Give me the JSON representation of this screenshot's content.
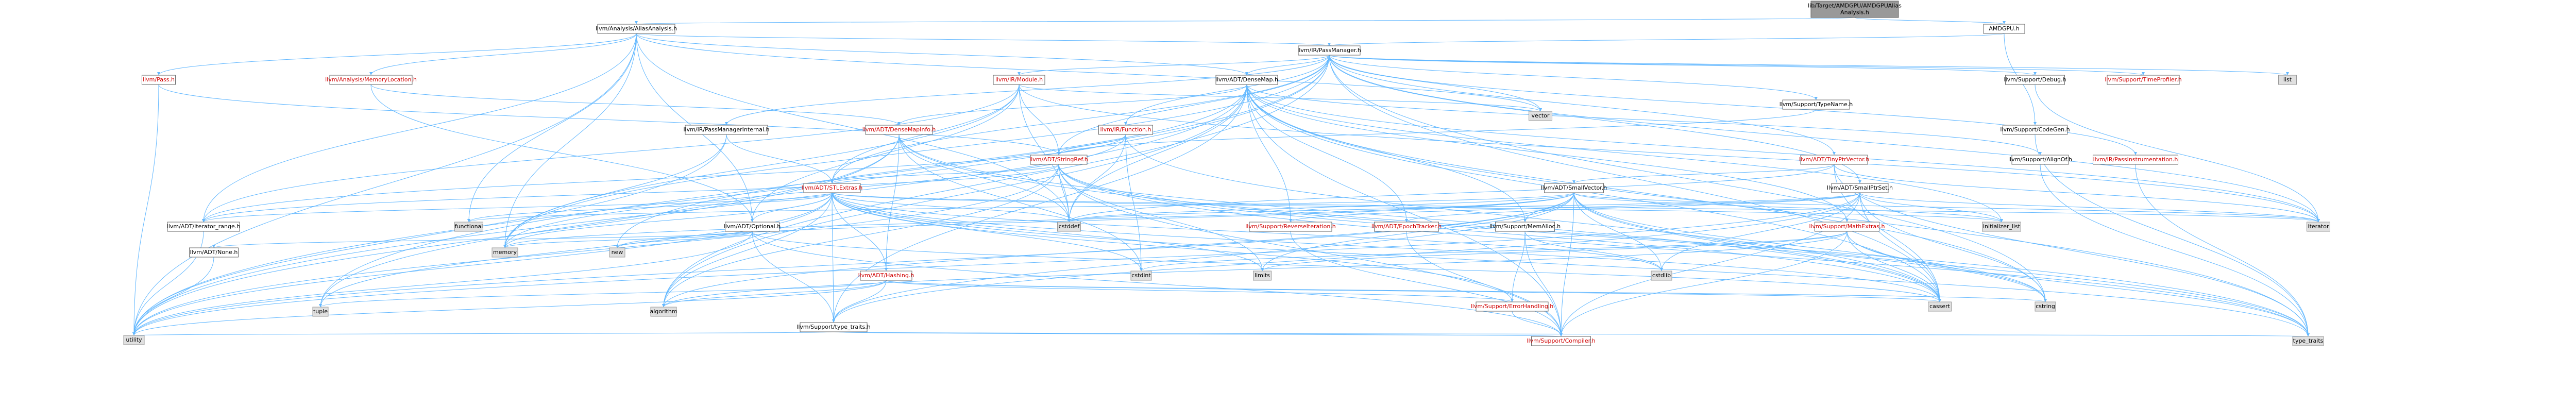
{
  "colors": {
    "root_fill": "#999999",
    "header_fill": "#ffffff",
    "header_stroke": "#666666",
    "linked_red_text": "#d00000",
    "external_fill": "#e0e0e0",
    "external_stroke": "#999999",
    "edge": "#63b8ff",
    "text": "#000000"
  },
  "diagram": {
    "nodes": [
      {
        "id": "root",
        "lines": [
          "lib/Target/AMDGPU/AMDGPUAlias",
          "Analysis.h"
        ],
        "kind": "root"
      },
      {
        "id": "aa",
        "lines": [
          "llvm/Analysis/AliasAnalysis.h"
        ],
        "kind": "header"
      },
      {
        "id": "amdgpu",
        "lines": [
          "AMDGPU.h"
        ],
        "kind": "header"
      },
      {
        "id": "passmgr",
        "lines": [
          "llvm/IR/PassManager.h"
        ],
        "kind": "header"
      },
      {
        "id": "pass",
        "lines": [
          "llvm/Pass.h"
        ],
        "kind": "red"
      },
      {
        "id": "memloc",
        "lines": [
          "llvm/Analysis/MemoryLocation.h"
        ],
        "kind": "red"
      },
      {
        "id": "irmodule",
        "lines": [
          "llvm/IR/Module.h"
        ],
        "kind": "red"
      },
      {
        "id": "densemap",
        "lines": [
          "llvm/ADT/DenseMap.h"
        ],
        "kind": "header"
      },
      {
        "id": "debug",
        "lines": [
          "llvm/Support/Debug.h"
        ],
        "kind": "header"
      },
      {
        "id": "timeprof",
        "lines": [
          "llvm/Support/TimeProfiler.h"
        ],
        "kind": "red"
      },
      {
        "id": "list",
        "lines": [
          "list"
        ],
        "kind": "external"
      },
      {
        "id": "vector",
        "lines": [
          "vector"
        ],
        "kind": "external"
      },
      {
        "id": "typename",
        "lines": [
          "llvm/Support/TypeName.h"
        ],
        "kind": "header"
      },
      {
        "id": "codegen",
        "lines": [
          "llvm/Support/CodeGen.h"
        ],
        "kind": "header"
      },
      {
        "id": "pminternal",
        "lines": [
          "llvm/IR/PassManagerInternal.h"
        ],
        "kind": "header"
      },
      {
        "id": "densemapinfo",
        "lines": [
          "llvm/ADT/DenseMapInfo.h"
        ],
        "kind": "red"
      },
      {
        "id": "irfunction",
        "lines": [
          "llvm/IR/Function.h"
        ],
        "kind": "red"
      },
      {
        "id": "stringref",
        "lines": [
          "llvm/ADT/StringRef.h"
        ],
        "kind": "red"
      },
      {
        "id": "tinyptr",
        "lines": [
          "llvm/ADT/TinyPtrVector.h"
        ],
        "kind": "red"
      },
      {
        "id": "alignof",
        "lines": [
          "llvm/Support/AlignOf.h"
        ],
        "kind": "header"
      },
      {
        "id": "passinstr",
        "lines": [
          "llvm/IR/PassInstrumentation.h"
        ],
        "kind": "red"
      },
      {
        "id": "stlextras",
        "lines": [
          "llvm/ADT/STLExtras.h"
        ],
        "kind": "red"
      },
      {
        "id": "smallvector",
        "lines": [
          "llvm/ADT/SmallVector.h"
        ],
        "kind": "header"
      },
      {
        "id": "smallptrset",
        "lines": [
          "llvm/ADT/SmallPtrSet.h"
        ],
        "kind": "header"
      },
      {
        "id": "iterrange",
        "lines": [
          "llvm/ADT/iterator_range.h"
        ],
        "kind": "header"
      },
      {
        "id": "functional",
        "lines": [
          "functional"
        ],
        "kind": "external"
      },
      {
        "id": "optional",
        "lines": [
          "llvm/ADT/Optional.h"
        ],
        "kind": "header"
      },
      {
        "id": "cstddef",
        "lines": [
          "cstddef"
        ],
        "kind": "external"
      },
      {
        "id": "reviter",
        "lines": [
          "llvm/Support/ReverseIteration.h"
        ],
        "kind": "red"
      },
      {
        "id": "epochtracker",
        "lines": [
          "llvm/ADT/EpochTracker.h"
        ],
        "kind": "red"
      },
      {
        "id": "memalloc",
        "lines": [
          "llvm/Support/MemAlloc.h"
        ],
        "kind": "header"
      },
      {
        "id": "mathextras",
        "lines": [
          "llvm/Support/MathExtras.h"
        ],
        "kind": "red"
      },
      {
        "id": "initlist",
        "lines": [
          "initializer_list"
        ],
        "kind": "external"
      },
      {
        "id": "iterator",
        "lines": [
          "iterator"
        ],
        "kind": "external"
      },
      {
        "id": "adtnone",
        "lines": [
          "llvm/ADT/None.h"
        ],
        "kind": "header"
      },
      {
        "id": "new",
        "lines": [
          "new"
        ],
        "kind": "external"
      },
      {
        "id": "memory",
        "lines": [
          "memory"
        ],
        "kind": "external"
      },
      {
        "id": "hashing",
        "lines": [
          "llvm/ADT/Hashing.h"
        ],
        "kind": "red"
      },
      {
        "id": "cstdint",
        "lines": [
          "cstdint"
        ],
        "kind": "external"
      },
      {
        "id": "limits",
        "lines": [
          "limits"
        ],
        "kind": "external"
      },
      {
        "id": "cstdlib",
        "lines": [
          "cstdlib"
        ],
        "kind": "external"
      },
      {
        "id": "errhandling",
        "lines": [
          "llvm/Support/ErrorHandling.h"
        ],
        "kind": "red"
      },
      {
        "id": "cassert",
        "lines": [
          "cassert"
        ],
        "kind": "external"
      },
      {
        "id": "cstring",
        "lines": [
          "cstring"
        ],
        "kind": "external"
      },
      {
        "id": "tuple",
        "lines": [
          "tuple"
        ],
        "kind": "external"
      },
      {
        "id": "algorithm",
        "lines": [
          "algorithm"
        ],
        "kind": "external"
      },
      {
        "id": "typetraits_h",
        "lines": [
          "llvm/Support/type_traits.h"
        ],
        "kind": "header"
      },
      {
        "id": "utility",
        "lines": [
          "utility"
        ],
        "kind": "external"
      },
      {
        "id": "compiler",
        "lines": [
          "llvm/Support/Compiler.h"
        ],
        "kind": "red"
      },
      {
        "id": "type_traits",
        "lines": [
          "type_traits"
        ],
        "kind": "external"
      }
    ]
  }
}
